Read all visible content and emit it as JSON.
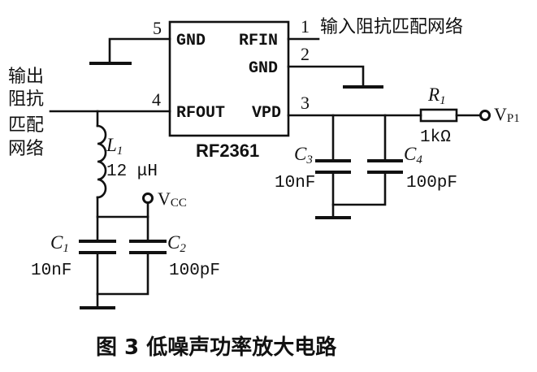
{
  "chip": {
    "name": "RF2361",
    "pin1_num": "1",
    "pin2_num": "2",
    "pin3_num": "3",
    "pin4_num": "4",
    "pin5_num": "5",
    "pin_gnd_left": "GND",
    "pin_rfin": "RFIN",
    "pin_gnd_right": "GND",
    "pin_rfout": "RFOUT",
    "pin_vpd": "VPD"
  },
  "input_match": "输入阻抗匹配网络",
  "output_match": [
    "输出",
    "阻抗",
    "匹配",
    "网络"
  ],
  "L1": {
    "name": "L",
    "sub": "1",
    "value": "12 μH"
  },
  "C1": {
    "name": "C",
    "sub": "1",
    "value": "10nF"
  },
  "C2": {
    "name": "C",
    "sub": "2",
    "value": "100pF"
  },
  "C3": {
    "name": "C",
    "sub": "3",
    "value": "10nF"
  },
  "C4": {
    "name": "C",
    "sub": "4",
    "value": "100pF"
  },
  "R1": {
    "name": "R",
    "sub": "1",
    "value": "1kΩ"
  },
  "vcc": {
    "name": "V",
    "sub": "CC"
  },
  "vp1": {
    "name": "V",
    "sub": "P1"
  },
  "caption": "图 3   低噪声功率放大电路"
}
